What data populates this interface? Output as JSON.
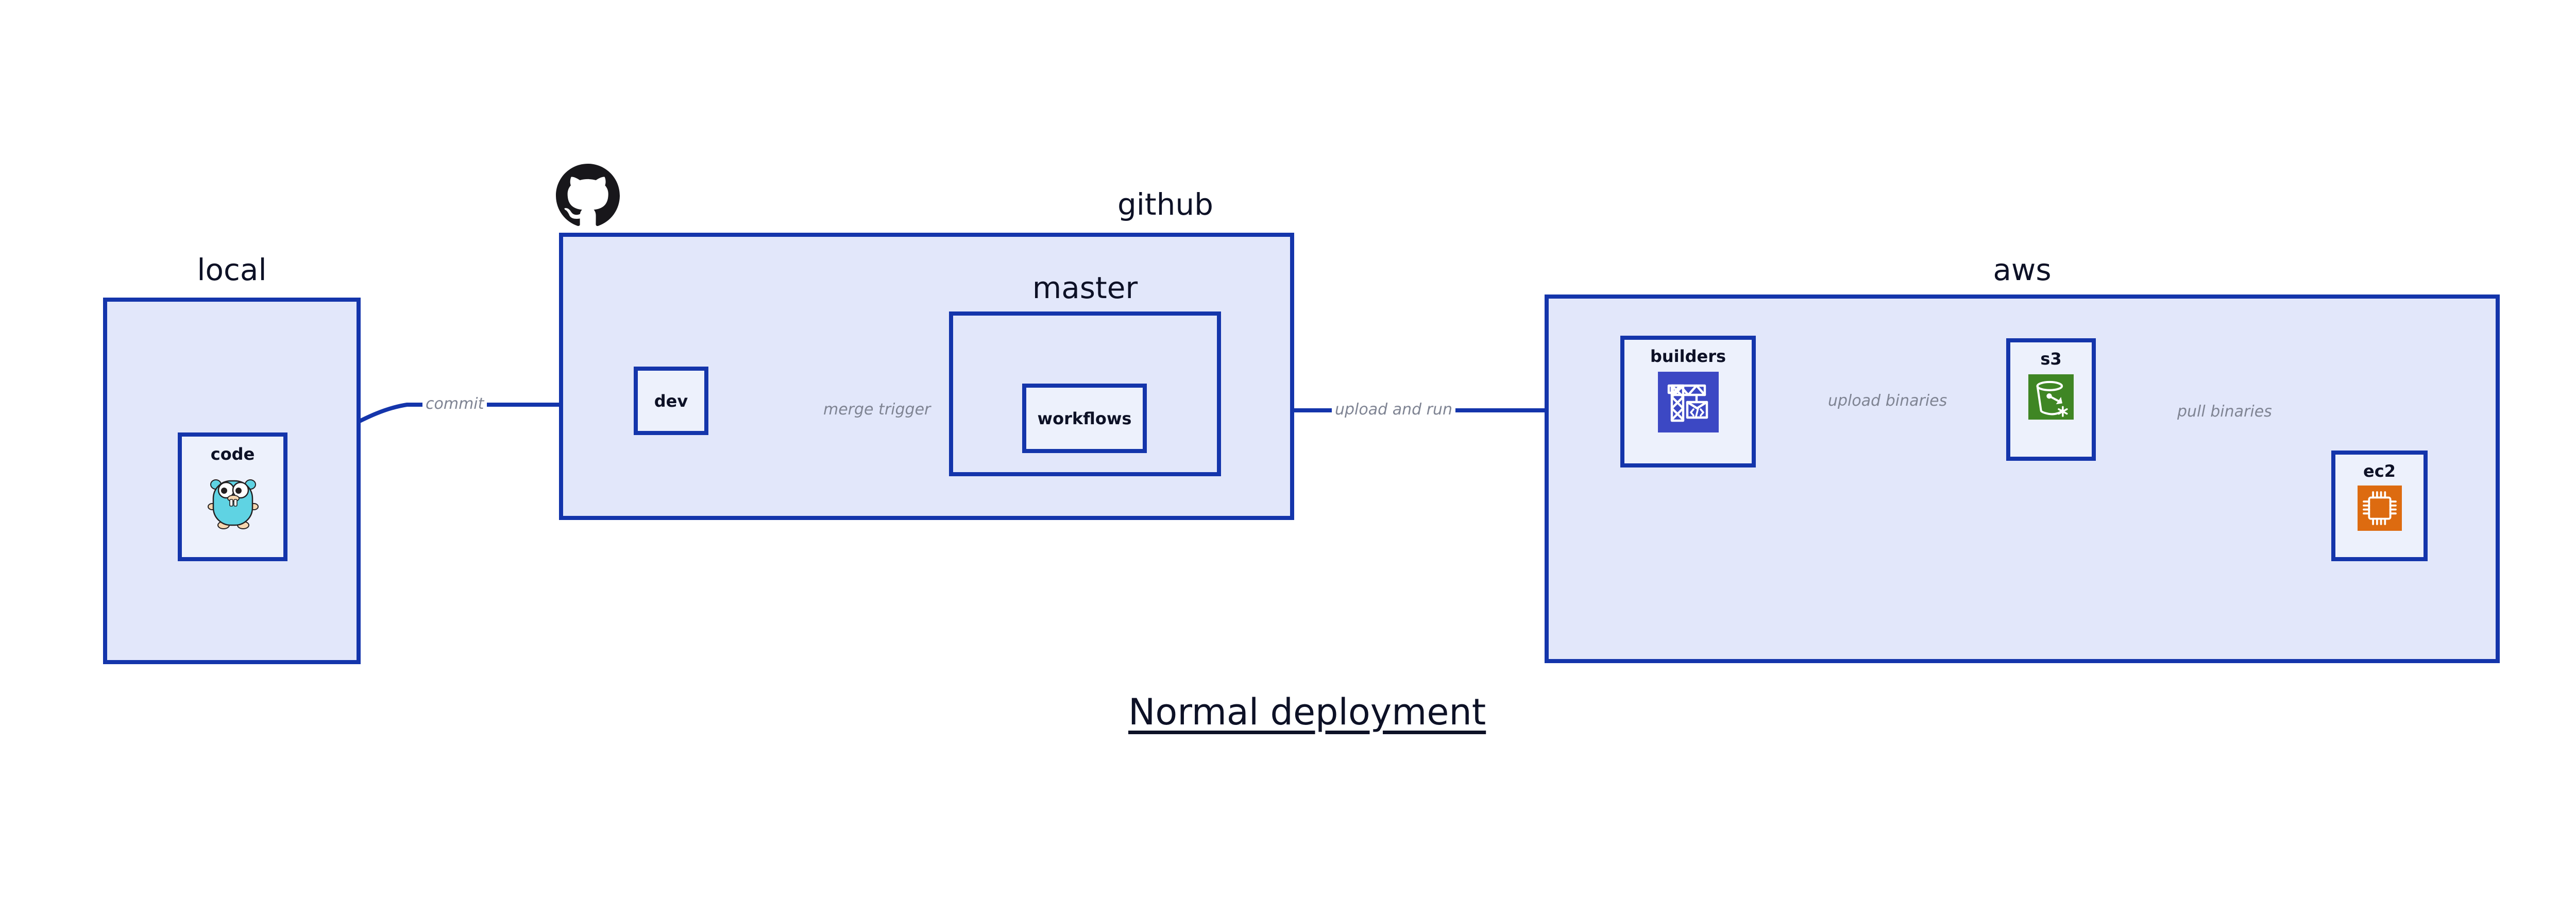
{
  "diagram": {
    "title": "Normal deployment",
    "background": "#ffffff",
    "colors": {
      "group_fill": "#e2e7fa",
      "node_fill": "#edf1fc",
      "border": "#1435ab",
      "edge": "#1435ab",
      "edge_label": "#7f8493",
      "text": "#0d1126",
      "builders_icon_bg": "#3c48c4",
      "s3_icon_bg": "#3f8624",
      "ec2_icon_bg": "#dd6b10",
      "gopher_body": "#5fd3e3",
      "octocat": "#18171b"
    }
  },
  "groups": {
    "local": {
      "label": "local"
    },
    "github": {
      "label": "github"
    },
    "master": {
      "label": "master"
    },
    "aws": {
      "label": "aws"
    }
  },
  "nodes": {
    "code": {
      "label": "code",
      "icon": "go-gopher-icon"
    },
    "dev": {
      "label": "dev",
      "icon": null
    },
    "workflows": {
      "label": "workflows",
      "icon": null
    },
    "builders": {
      "label": "builders",
      "icon": "aws-codebuild-crane-icon"
    },
    "s3": {
      "label": "s3",
      "icon": "aws-s3-bucket-icon"
    },
    "ec2": {
      "label": "ec2",
      "icon": "aws-ec2-chip-icon"
    }
  },
  "edges": [
    {
      "id": "commit",
      "label": "commit",
      "from": "code",
      "to": "dev"
    },
    {
      "id": "merge-trigger",
      "label": "merge trigger",
      "from": "dev",
      "to": "workflows"
    },
    {
      "id": "upload-and-run",
      "label": "upload and run",
      "from": "workflows",
      "to": "builders"
    },
    {
      "id": "upload-binaries",
      "label": "upload binaries",
      "from": "builders",
      "to": "s3"
    },
    {
      "id": "pull-binaries",
      "label": "pull binaries",
      "from": "s3",
      "to": "ec2"
    }
  ],
  "logos": {
    "github_octocat": "github-octocat-logo"
  }
}
